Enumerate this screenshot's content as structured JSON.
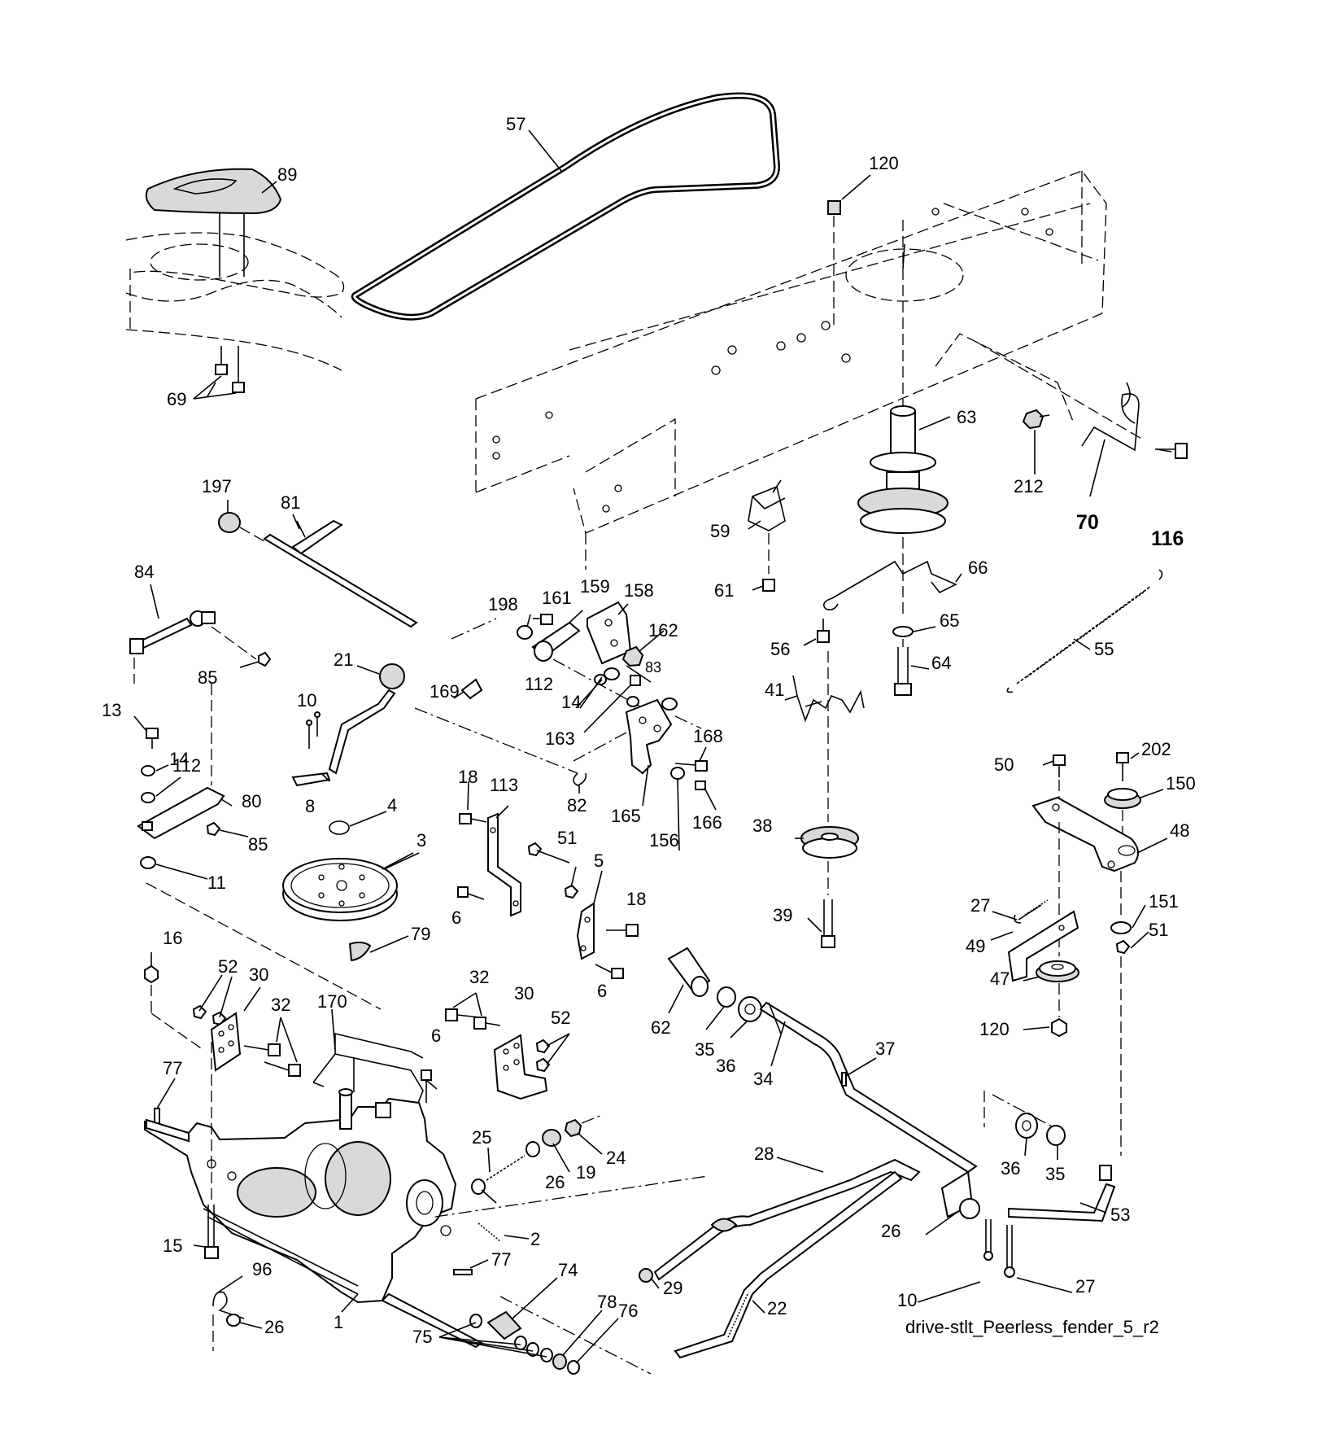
{
  "caption": "drive-stlt_Peerless_fender_5_r2",
  "callouts": {
    "c57": "57",
    "c89": "89",
    "c120a": "120",
    "c69": "69",
    "c63": "63",
    "c212": "212",
    "c70": "70",
    "c116": "116",
    "c197": "197",
    "c81": "81",
    "c59": "59",
    "c84": "84",
    "c61": "61",
    "c66": "66",
    "c198": "198",
    "c161": "161",
    "c159": "159",
    "c158": "158",
    "c85a": "85",
    "c162": "162",
    "c65": "65",
    "c56": "56",
    "c55": "55",
    "c21": "21",
    "c112a": "112",
    "c64": "64",
    "c169": "169",
    "c14a": "14",
    "c83": "83",
    "c10a": "10",
    "c41": "41",
    "c13": "13",
    "c163": "163",
    "c168": "168",
    "c14b": "14",
    "c112b": "112",
    "c80": "80",
    "c8": "8",
    "c18a": "18",
    "c113": "113",
    "c82": "82",
    "c165": "165",
    "c166": "166",
    "c202": "202",
    "c50": "50",
    "c150": "150",
    "c4": "4",
    "c85b": "85",
    "c156": "156",
    "c38": "38",
    "c48": "48",
    "c3": "3",
    "c51a": "51",
    "c11": "11",
    "c5": "5",
    "c6a": "6",
    "c18b": "18",
    "c27a": "27",
    "c151": "151",
    "c51b": "51",
    "c39": "39",
    "c49": "49",
    "c79": "79",
    "c16": "16",
    "c52a": "52",
    "c30a": "30",
    "c32a": "32",
    "c170": "170",
    "c6b": "6",
    "c47": "47",
    "c62": "62",
    "c35a": "35",
    "c36a": "36",
    "c120b": "120",
    "c34": "34",
    "c37": "37",
    "c32b": "32",
    "c30b": "30",
    "c52b": "52",
    "c6c": "6",
    "c77a": "77",
    "c25": "25",
    "c26a": "26",
    "c19": "19",
    "c24": "24",
    "c28": "28",
    "c36b": "36",
    "c35b": "35",
    "c53": "53",
    "c2": "2",
    "c15": "15",
    "c77b": "77",
    "c26b": "26",
    "c96": "96",
    "c74": "74",
    "c29": "29",
    "c10b": "10",
    "c27b": "27",
    "c22": "22",
    "c26c": "26",
    "c1": "1",
    "c78": "78",
    "c76": "76",
    "c75": "75"
  }
}
